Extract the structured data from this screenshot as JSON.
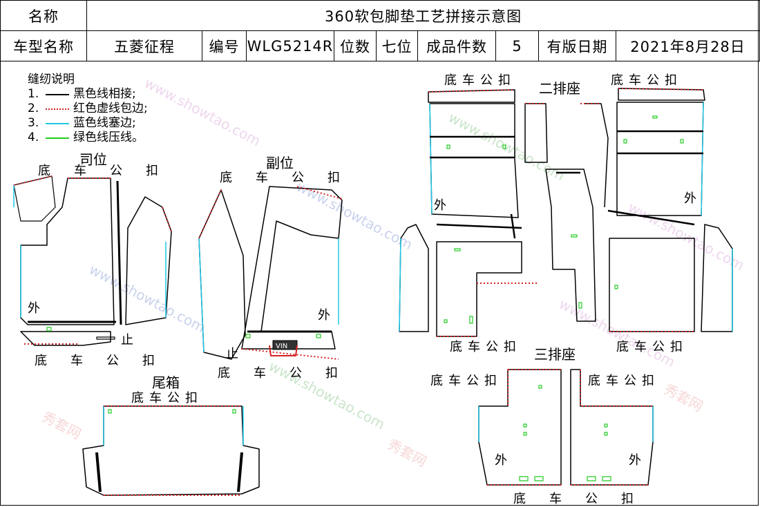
{
  "header": {
    "name_label": "名称",
    "name_value": "360软包脚垫工艺拼接示意图",
    "model_label": "车型名称",
    "model_value": "五菱征程",
    "code_label": "编号",
    "code_value": "WLG5214R",
    "seats_label": "位数",
    "seats_value": "七位",
    "pieces_label": "成品件数",
    "pieces_value": "5",
    "date_label": "有版日期",
    "date_value": "2021年8月28日"
  },
  "legend": {
    "title": "缝纫说明",
    "items": [
      {
        "num": "1.",
        "text": "黑色线相接;",
        "color": "#000000",
        "style": "solid"
      },
      {
        "num": "2.",
        "text": "红色虚线包边;",
        "color": "#d42020",
        "style": "dotted"
      },
      {
        "num": "3.",
        "text": "蓝色线塞边;",
        "color": "#1ec8e6",
        "style": "solid"
      },
      {
        "num": "4.",
        "text": "绿色线压线。",
        "color": "#22cc22",
        "style": "solid"
      }
    ]
  },
  "colors": {
    "black": "#000000",
    "red": "#d42020",
    "cyan": "#1ec8e6",
    "green": "#22cc22"
  },
  "labels": {
    "driver": "司位",
    "passenger": "副位",
    "trunk": "尾箱",
    "row2": "二排座",
    "row3": "三排座",
    "buckle": "底车公扣",
    "outer": "外",
    "stop": "止",
    "vin": "VIN"
  },
  "watermark": {
    "cn": "秀套网",
    "en": "www.showtao.com"
  }
}
